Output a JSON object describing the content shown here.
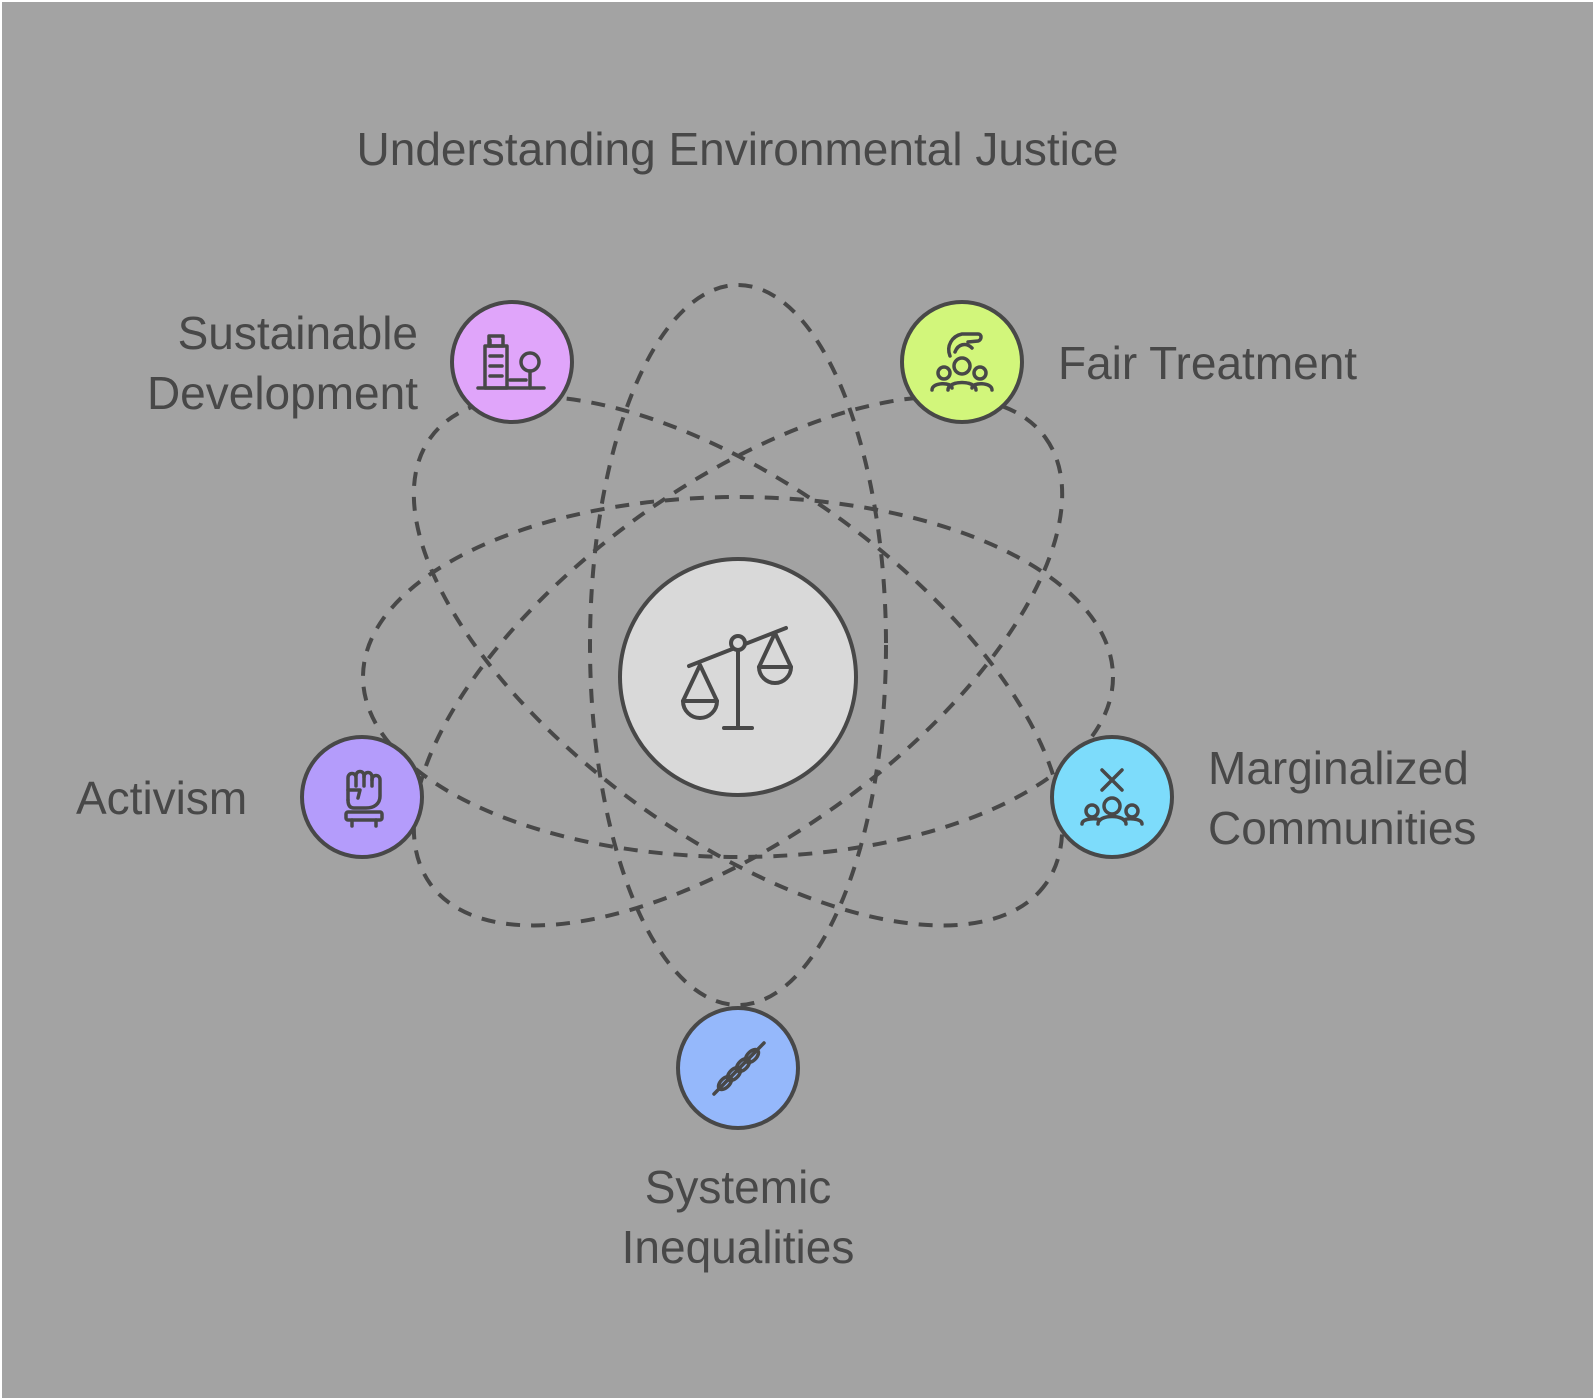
{
  "diagram": {
    "title": "Understanding Environmental Justice",
    "center": {
      "icon": "scales-of-justice-icon",
      "color": "#d9d9d9"
    },
    "nodes": [
      {
        "id": "sustainable-development",
        "label": "Sustainable\nDevelopment",
        "icon": "city-tree-icon",
        "color": "#e0a5fa"
      },
      {
        "id": "fair-treatment",
        "label": "Fair Treatment",
        "icon": "hand-over-people-icon",
        "color": "#d2f67b"
      },
      {
        "id": "marginalized-communities",
        "label": "Marginalized\nCommunities",
        "icon": "excluded-group-icon",
        "color": "#7ddcfb"
      },
      {
        "id": "systemic-inequalities",
        "label": "Systemic\nInequalities",
        "icon": "chain-icon",
        "color": "#95b8fb"
      },
      {
        "id": "activism",
        "label": "Activism",
        "icon": "raised-fist-icon",
        "color": "#b49cfb"
      }
    ],
    "colors": {
      "background": "#a3a3a3",
      "stroke": "#484848",
      "text": "#484848"
    }
  }
}
